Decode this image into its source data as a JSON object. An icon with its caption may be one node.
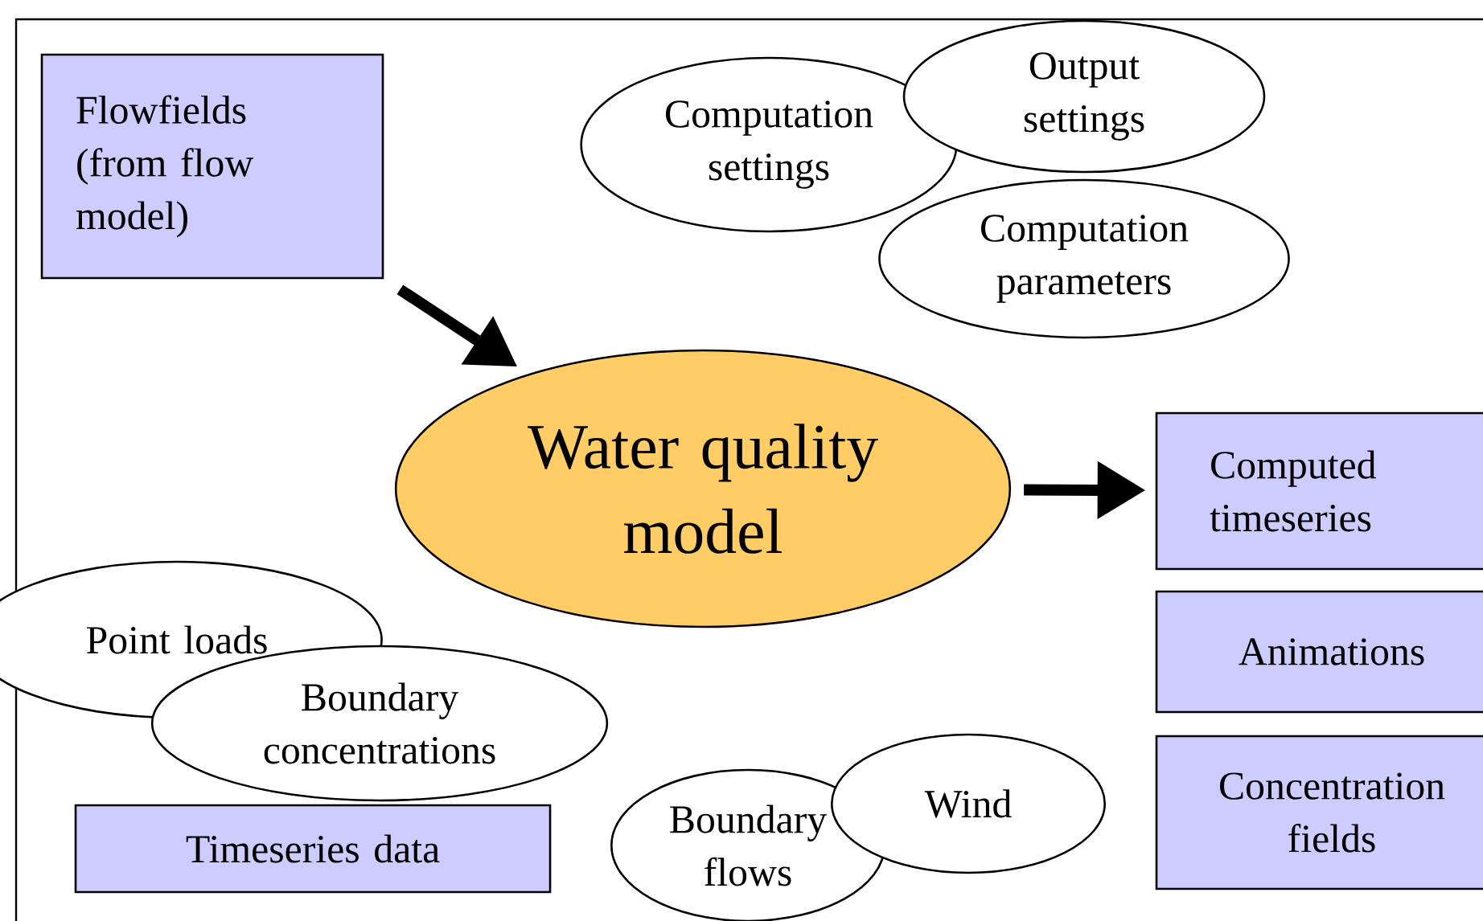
{
  "diagram": {
    "nodes": [
      {
        "text": [
          "Flowfields (from flow model)"
        ]
      },
      {
        "text": [
          "Computation settings"
        ]
      },
      {
        "text": [
          "Output settings"
        ]
      },
      {
        "text": [
          "Computation parameters"
        ]
      },
      {
        "text": [
          "Water quality model"
        ]
      },
      {
        "text": [
          "Computed timeseries"
        ]
      },
      {
        "text": [
          "Animations"
        ]
      },
      {
        "text": [
          "Concentration fields"
        ]
      },
      {
        "text": [
          "Point loads"
        ]
      },
      {
        "text": [
          "Boundary concentrations"
        ]
      },
      {
        "text": [
          "Timeseries data"
        ]
      },
      {
        "text": [
          "Boundary flows"
        ]
      },
      {
        "text": [
          "Wind"
        ]
      }
    ],
    "edges": [
      {
        "from": 0,
        "to": 4,
        "arrow": "to"
      },
      {
        "from": 4,
        "to": 5,
        "arrow": "to"
      }
    ]
  }
}
